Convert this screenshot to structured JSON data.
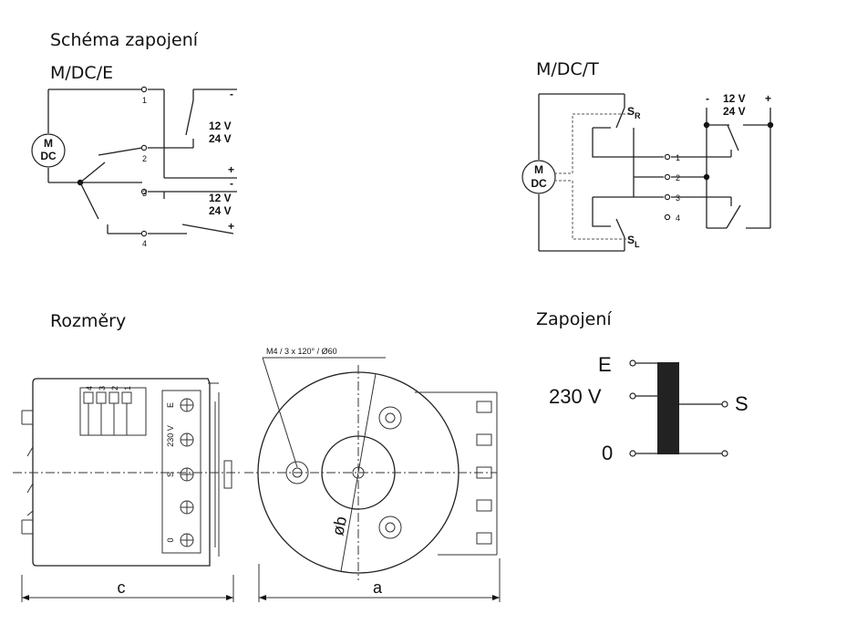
{
  "titles": {
    "wiring": "Schéma zapojení",
    "left_model": "M/DC/E",
    "right_model": "M/DC/T",
    "dimensions": "Rozměry",
    "connection": "Zapojení"
  },
  "motor": {
    "line1": "M",
    "line2": "DC"
  },
  "voltages": {
    "v12": "12 V",
    "v24": "24 V",
    "minus": "-",
    "plus": "+"
  },
  "terminals": [
    "1",
    "2",
    "3",
    "4"
  ],
  "switches": {
    "sr": "S",
    "sr_sub": "R",
    "sl": "S",
    "sl_sub": "L"
  },
  "dims": {
    "callout": "M4 / 3 x 120° / Ø60",
    "c": "c",
    "a": "a",
    "phi_b": "øb",
    "strip_numbers": [
      "4",
      "3",
      "2",
      "1"
    ],
    "strip_labels": {
      "e": "E",
      "v": "230 V",
      "s": "S",
      "zero": "0"
    }
  },
  "connection_labels": {
    "e": "E",
    "v230": "230 V",
    "zero": "0",
    "s": "S"
  }
}
